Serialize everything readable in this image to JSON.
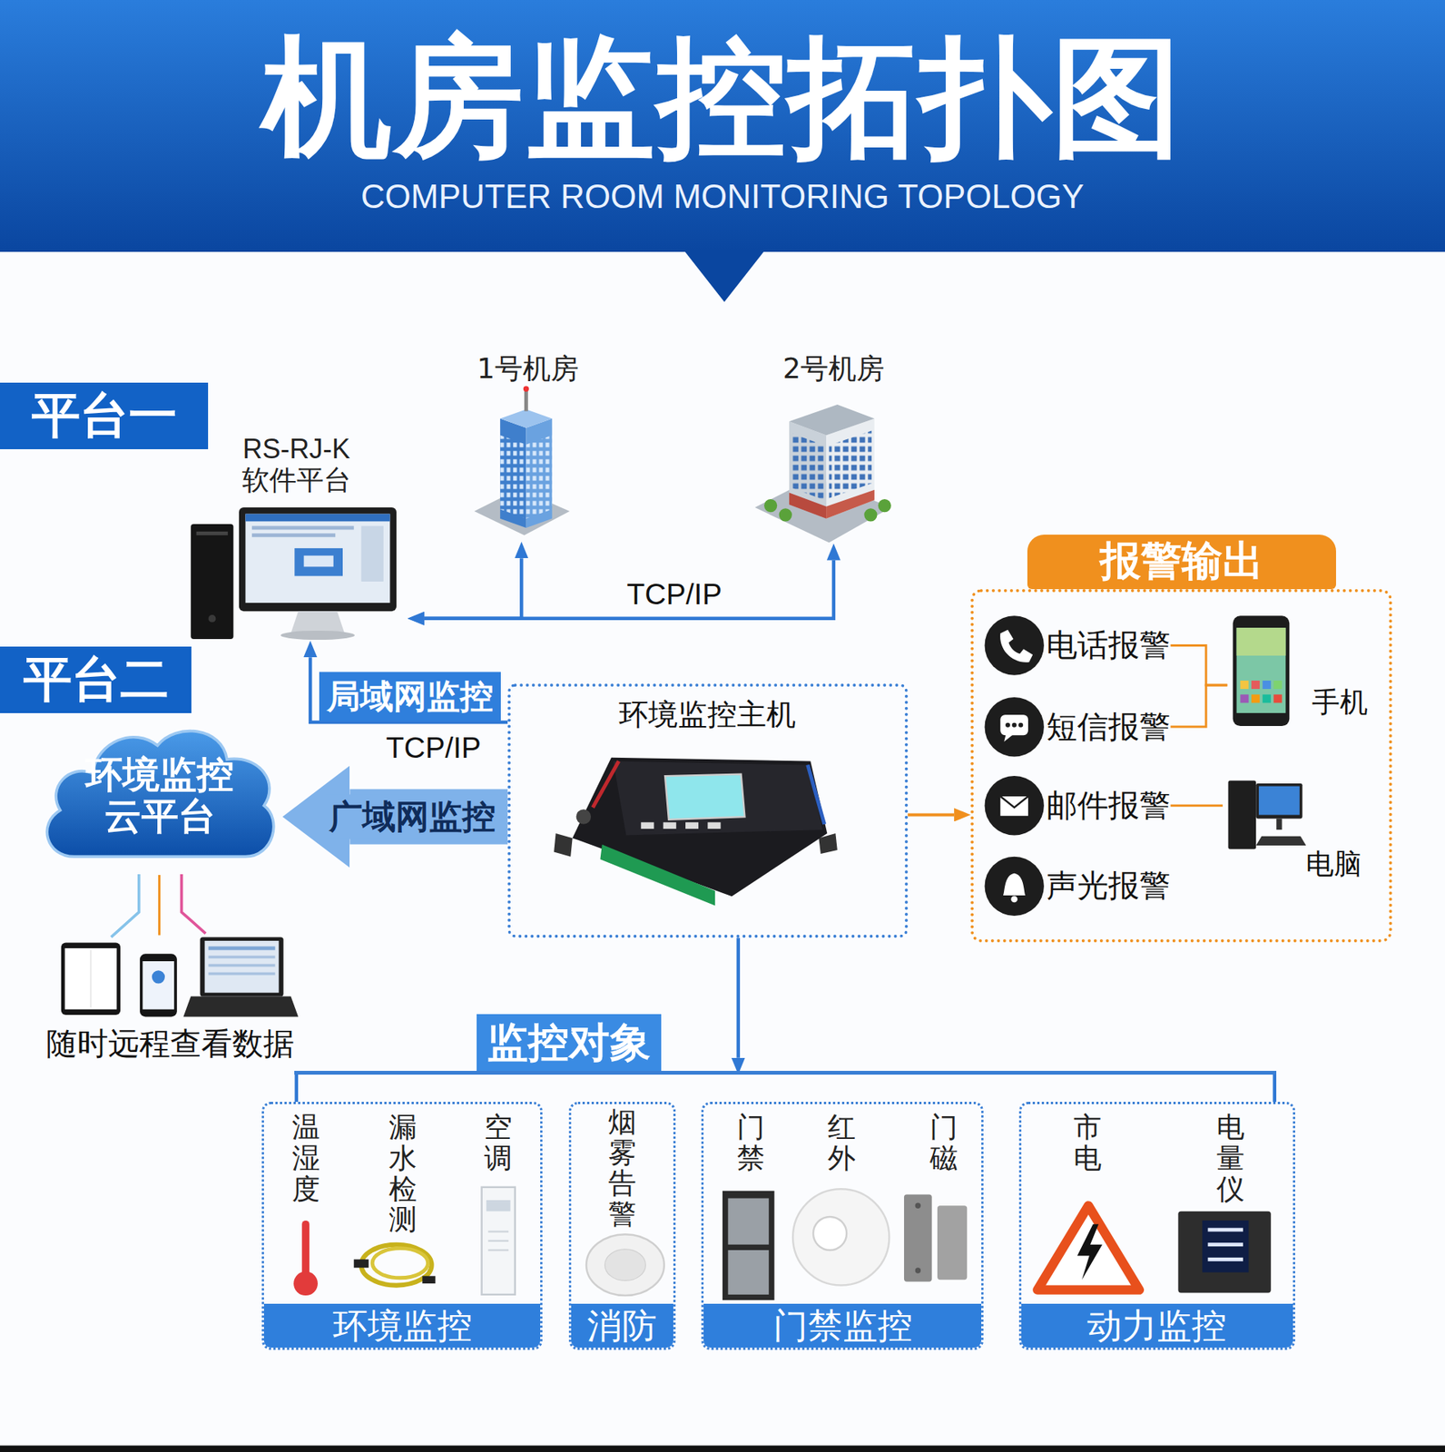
{
  "diagram": {
    "title": "机房监控拓扑图",
    "nodes": [
      {
        "text": [
          "平台一"
        ]
      },
      {
        "text": [
          "RS-RJ-K 软件平台"
        ]
      },
      {
        "text": [
          "1号机房"
        ]
      },
      {
        "text": [
          "2号机房"
        ]
      },
      {
        "text": [
          "报警输出"
        ]
      },
      {
        "text": [
          "电话报警"
        ],
        "in": 4
      },
      {
        "text": [
          "短信报警"
        ],
        "in": 4
      },
      {
        "text": [
          "手机"
        ],
        "in": 4
      },
      {
        "text": [
          "邮件报警"
        ],
        "in": 4
      },
      {
        "text": [
          "电脑"
        ],
        "in": 4
      },
      {
        "text": [
          "声光报警"
        ],
        "in": 4
      },
      {
        "text": [
          "平台二"
        ]
      },
      {
        "text": [
          "环境监控主机"
        ]
      },
      {
        "text": [
          "环境监控 云平台"
        ]
      },
      {
        "text": [
          "随时远程查看数据"
        ]
      },
      {
        "text": [
          "监控对象"
        ]
      },
      {
        "text": [
          "环境监控"
        ]
      },
      {
        "text": [
          "温湿度"
        ],
        "in": 16
      },
      {
        "text": [
          "漏水检测"
        ],
        "in": 16
      },
      {
        "text": [
          "空调"
        ],
        "in": 16
      },
      {
        "text": [
          "消防"
        ]
      },
      {
        "text": [
          "烟雾告警"
        ],
        "in": 20
      },
      {
        "text": [
          "门禁监控"
        ]
      },
      {
        "text": [
          "门禁"
        ],
        "in": 22
      },
      {
        "text": [
          "红外"
        ],
        "in": 22
      },
      {
        "text": [
          "门磁"
        ],
        "in": 22
      },
      {
        "text": [
          "动力监控"
        ]
      },
      {
        "text": [
          "市电"
        ],
        "in": 26
      },
      {
        "text": [
          "电量仪"
        ],
        "in": 26
      }
    ],
    "edges": [
      {
        "from": 1,
        "to": 2,
        "arrow": "both"
      },
      {
        "from": 1,
        "to": 3,
        "arrow": "both",
        "label": "TCP/IP"
      },
      {
        "from": 12,
        "to": 1,
        "arrow": "to",
        "label": "局域网监控"
      },
      {
        "from": 12,
        "to": 13,
        "arrow": "to",
        "label": "广域网监控"
      },
      {
        "from": 12,
        "to": 4,
        "arrow": "to"
      },
      {
        "from": 5,
        "to": 7,
        "arrow": "none"
      },
      {
        "from": 6,
        "to": 7,
        "arrow": "none"
      },
      {
        "from": 8,
        "to": 9,
        "arrow": "none"
      },
      {
        "from": 13,
        "to": 14,
        "arrow": "none"
      },
      {
        "from": 12,
        "to": 15,
        "arrow": "to"
      },
      {
        "from": 15,
        "to": 16,
        "arrow": "none"
      },
      {
        "from": 15,
        "to": 26,
        "arrow": "none"
      }
    ],
    "labels": [
      "COMPUTER ROOM MONITORING TOPOLOGY",
      "TCP/IP"
    ]
  }
}
